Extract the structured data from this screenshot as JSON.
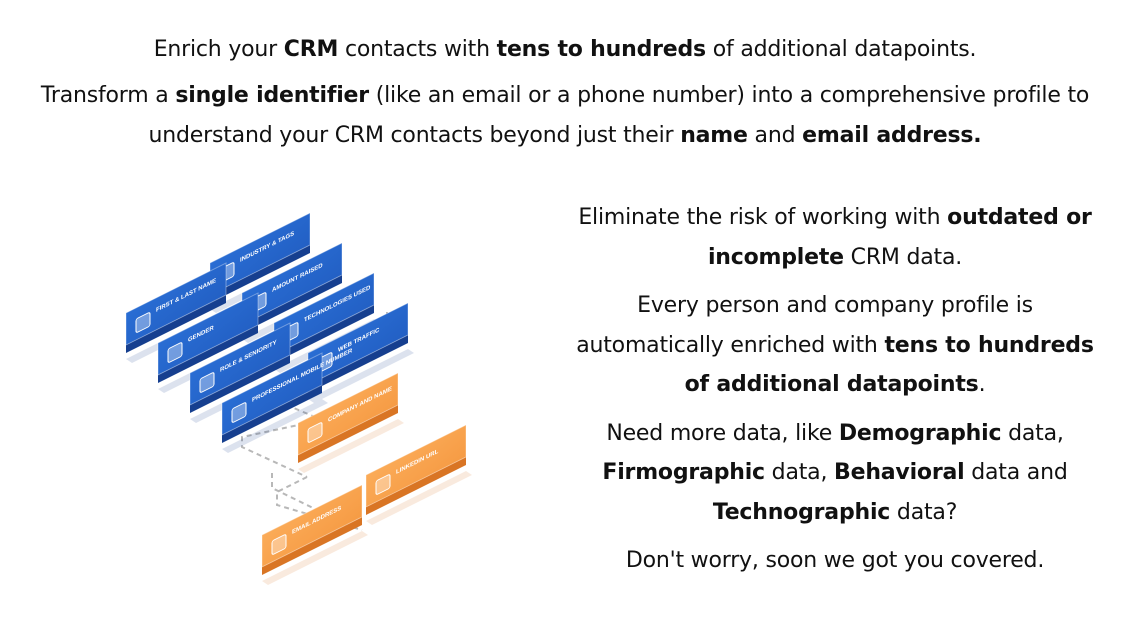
{
  "intro": {
    "line1": {
      "a": "Enrich your ",
      "b": "CRM",
      "c": " contacts with ",
      "d": "tens to hundreds",
      "e": " of additional datapoints."
    },
    "line2": {
      "a": "Transform a ",
      "b": "single identifier",
      "c": " (like an email or a phone number) into a comprehensive profile to understand your CRM contacts beyond just their ",
      "d": "name",
      "e": " and ",
      "f": "email address."
    }
  },
  "illustration": {
    "blue_cards": [
      {
        "label": "INDUSTRY & TAGS",
        "icon": "tag-icon"
      },
      {
        "label": "FIRST & LAST NAME",
        "icon": "user-icon"
      },
      {
        "label": "AMOUNT RAISED",
        "icon": "dollar-icon"
      },
      {
        "label": "TECHNOLOGIES USED",
        "icon": "code-icon"
      },
      {
        "label": "GENDER",
        "icon": "gender-icon"
      },
      {
        "label": "WEB TRAFFIC",
        "icon": "chart-icon"
      },
      {
        "label": "ROLE & SENIORITY",
        "icon": "briefcase-icon"
      },
      {
        "label": "PROFESSIONAL MOBILE NUMBER",
        "icon": "phone-icon"
      }
    ],
    "orange_cards": [
      {
        "label": "COMPANY AND NAME",
        "icon": "building-icon"
      },
      {
        "label": "LINKEDIN URL",
        "icon": "linkedin-icon"
      },
      {
        "label": "EMAIL ADDRESS",
        "icon": "envelope-icon"
      }
    ],
    "colors": {
      "blue": "#1f5fc4",
      "orange": "#f5a04a",
      "connector": "#b8b8b8"
    }
  },
  "side": {
    "p1": {
      "a": "Eliminate the risk of working with ",
      "b": "outdated or incomplete",
      "c": " CRM data."
    },
    "p2": {
      "a": "Every person and company profile is automatically enriched with ",
      "b": "tens to hundreds of additional datapoints",
      "c": "."
    },
    "p3": {
      "a": "Need more data, like ",
      "b": "Demographic",
      "c": " data, ",
      "d": "Firmographic",
      "e": " data, ",
      "f": "Behavioral",
      "g": " data and ",
      "h": "Technographic",
      "i": " data?"
    },
    "p4": "Don't worry, soon we got you covered."
  }
}
